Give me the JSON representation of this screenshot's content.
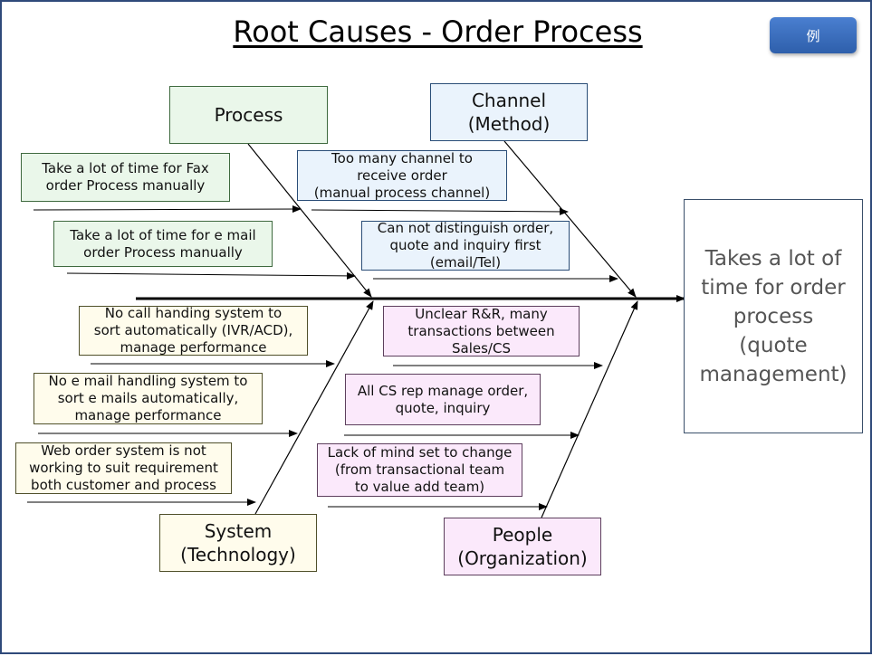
{
  "title": "Root Causes - Order Process",
  "badge": "例",
  "effect": "Takes a lot of\ntime for order\nprocess\n(quote\nmanagement)",
  "categories": {
    "process": "Process",
    "channel": "Channel\n(Method)",
    "system": "System\n(Technology)",
    "people": "People\n(Organization)"
  },
  "causes": {
    "process_1": "Take a lot of time for Fax\norder Process manually",
    "process_2": "Take a lot of time for e mail\norder Process manually",
    "channel_1": "Too many channel to\nreceive order\n(manual process channel)",
    "channel_2": "Can not distinguish order,\nquote and inquiry first\n(email/Tel)",
    "system_1": "No call handing system to\nsort automatically (IVR/ACD),\nmanage performance",
    "system_2": "No e mail handling system to\nsort e mails automatically,\nmanage performance",
    "system_3": "Web order system is not\nworking to suit requirement\nboth customer and process",
    "people_1": "Unclear R&R,  many\ntransactions between\nSales/CS",
    "people_2": "All CS rep manage order,\nquote, inquiry",
    "people_3": "Lack of mind set to change\n(from transactional team\nto value add team)"
  },
  "colors": {
    "process": "#eaf7ea",
    "channel": "#eaf3fc",
    "system": "#fffcec",
    "people": "#fbe9fb",
    "badge": "#2e5fab",
    "border": "#2f4a7a"
  }
}
